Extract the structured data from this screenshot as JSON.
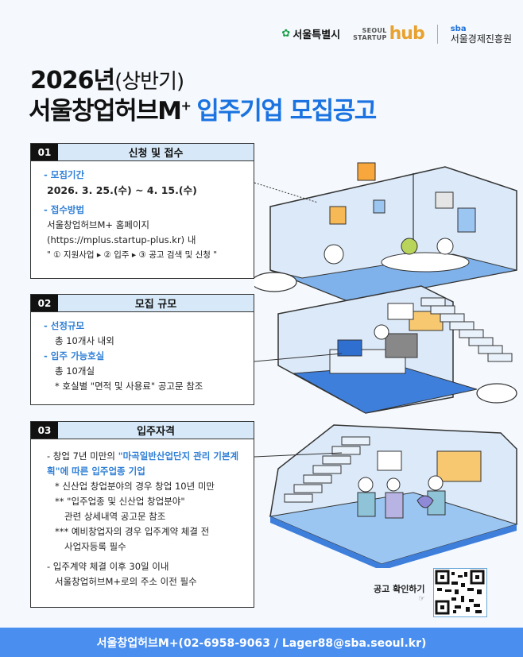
{
  "header": {
    "logos": {
      "seoul_city": "서울특별시",
      "hub_line1": "SEOUL",
      "hub_line2": "STARTUP",
      "hub_word": "hub",
      "sba_short": "sba",
      "sba_name": "서울경제진흥원"
    },
    "title_year": "2026년",
    "title_half": "(상반기)",
    "title_main": "서울창업허브M",
    "title_plus": "+",
    "title_highlight": "입주기업 모집공고"
  },
  "sections": [
    {
      "num": "01",
      "title": "신청 및 접수",
      "period_label": "- 모집기간",
      "period_value": "2026. 3. 25.(수) ~ 4. 15.(수)",
      "method_label": "- 접수방법",
      "method_lines": [
        "서울창업허브M+ 홈페이지",
        "(https://mplus.startup-plus.kr) 내",
        "\" ① 지원사업 ▸ ② 입주 ▸ ③ 공고 검색 및 신청 \""
      ]
    },
    {
      "num": "02",
      "title": "모집 규모",
      "scale_label": "- 선정규모",
      "scale_value": "총 10개사 내외",
      "rooms_label": "- 입주 가능호실",
      "rooms_value": "총 10개실",
      "rooms_note": "* 호실별 \"면적 및 사용료\" 공고문 참조"
    },
    {
      "num": "03",
      "title": "입주자격",
      "req1_prefix": "- 창업 7년 미만의 ",
      "req1_highlight": "\"마곡일반산업단지 관리 기본계획\"에 따른 입주업종 기업",
      "note1": "* 신산업 창업분야의 경우 창업 10년 미만",
      "note2a": "** \"입주업종 및 신산업 창업분야\"",
      "note2b": "관련 상세내역 공고문 참조",
      "note3a": "*** 예비창업자의 경우 입주계약 체결 전",
      "note3b": "사업자등록 필수",
      "req2a": "- 입주계약 체결 이후 30일 이내",
      "req2b": "서울창업허브M+로의 주소 이전 필수"
    }
  ],
  "qr": {
    "label": "공고 확인하기",
    "hand_icon": "☞"
  },
  "footer": {
    "contact": "서울창업허브M+(02-6958-9063 / Lager88@sba.seoul.kr)"
  },
  "colors": {
    "accent_blue": "#1a73e0",
    "sub_blue": "#2f7fd6",
    "footer_bg": "#4a8ff0",
    "section_head_bg": "#d7e9f8"
  }
}
